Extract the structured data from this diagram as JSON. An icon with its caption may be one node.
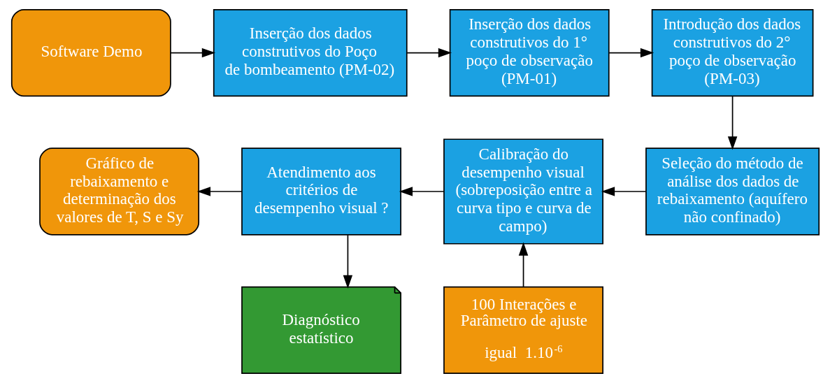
{
  "diagram": {
    "nodes": [
      {
        "text": [
          "Software Demo"
        ]
      },
      {
        "text": [
          "Inserção dos dados construtivos do Poço de bombeamento (PM-02)"
        ]
      },
      {
        "text": [
          "Inserção dos dados construtivos do 1° poço de observação (PM-01)"
        ]
      },
      {
        "text": [
          "Introdução dos dados construtivos do 2° poço de observação (PM-03)"
        ]
      },
      {
        "text": [
          "Gráfico de rebaixamento e determinação dos valores de T, S e Sy"
        ]
      },
      {
        "text": [
          "Atendimento aos critérios de desempenho visual ?"
        ]
      },
      {
        "text": [
          "Calibração do desempenho visual (sobreposição entre a curva tipo e curva de campo)"
        ]
      },
      {
        "text": [
          "Seleção do método de análise dos dados de rebaixamento (aquífero não confinado)"
        ]
      },
      {
        "text": [
          "Diagnóstico estatístico"
        ]
      },
      {
        "text": [
          "100 Interações e Parâmetro de ajuste igual  1.10$^{-6}$"
        ]
      }
    ],
    "edges": [
      {
        "from": 0,
        "to": 1,
        "arrow": "to"
      },
      {
        "from": 1,
        "to": 2,
        "arrow": "to"
      },
      {
        "from": 2,
        "to": 3,
        "arrow": "to"
      },
      {
        "from": 3,
        "to": 7,
        "arrow": "to"
      },
      {
        "from": 7,
        "to": 6,
        "arrow": "to"
      },
      {
        "from": 6,
        "to": 5,
        "arrow": "to"
      },
      {
        "from": 5,
        "to": 4,
        "arrow": "to"
      },
      {
        "from": 5,
        "to": 8,
        "arrow": "to"
      },
      {
        "from": 9,
        "to": 6,
        "arrow": "to"
      }
    ]
  }
}
